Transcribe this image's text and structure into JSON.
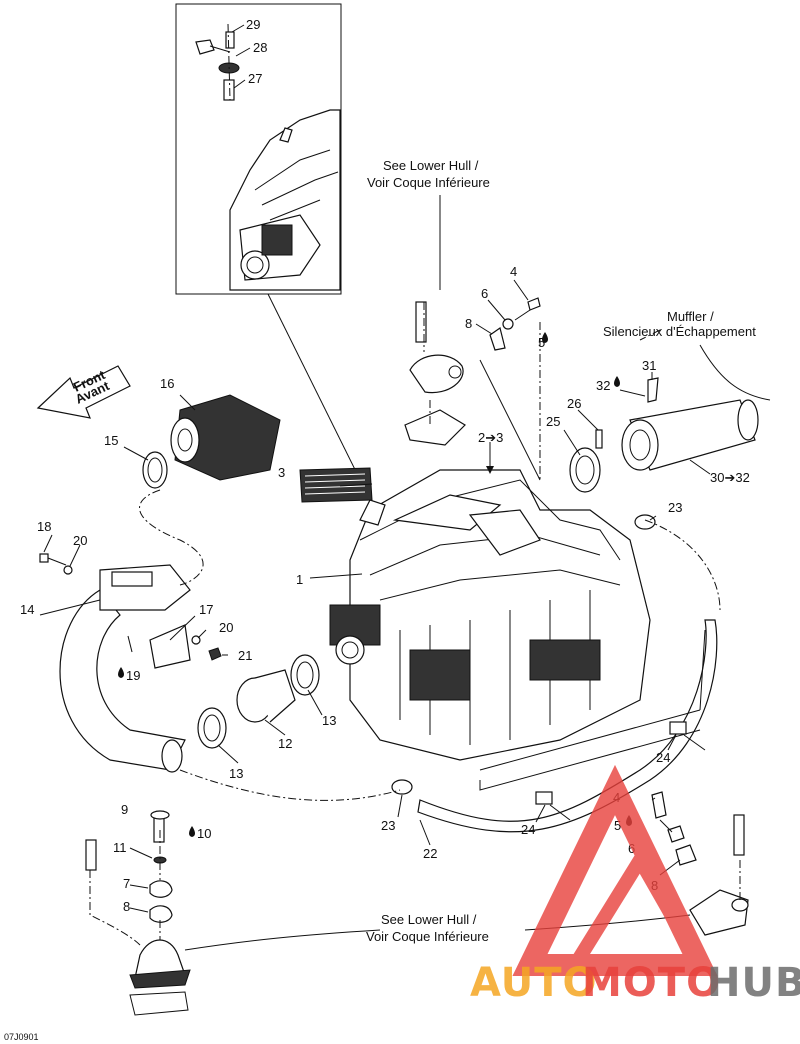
{
  "diagram": {
    "code": "07J0901",
    "captions": {
      "lower_hull_top_1": "See Lower Hull /",
      "lower_hull_top_2": "Voir Coque Inférieure",
      "lower_hull_bottom_1": "See Lower Hull /",
      "lower_hull_bottom_2": "Voir Coque Inférieure",
      "muffler_1": "Muffler /",
      "muffler_2": "Silencieux d'Échappement",
      "front_1": "Front",
      "front_2": "Avant"
    },
    "callouts": {
      "c1": "1",
      "c2to3": "2➔3",
      "c3": "3",
      "c4a": "4",
      "c4b": "4",
      "c5a": "5",
      "c5b": "5",
      "c6a": "6",
      "c6b": "6",
      "c6c": "6",
      "c7": "7",
      "c8a": "8",
      "c8b": "8",
      "c8c": "8",
      "c9": "9",
      "c10": "10",
      "c11": "11",
      "c12": "12",
      "c13a": "13",
      "c13b": "13",
      "c14": "14",
      "c15": "15",
      "c16": "16",
      "c17": "17",
      "c18": "18",
      "c19": "19",
      "c20a": "20",
      "c20b": "20",
      "c21": "21",
      "c22": "22",
      "c23a": "23",
      "c23b": "23",
      "c24a": "24",
      "c24b": "24",
      "c25": "25",
      "c26": "26",
      "c27": "27",
      "c28": "28",
      "c29": "29",
      "c30to32": "30➔32",
      "c31": "31",
      "c32": "32"
    }
  },
  "watermark": {
    "part1": "AUTO",
    "part2": "MOTO",
    "part3": "HUB",
    "color_orange": "#f5a623",
    "color_red": "#e8413c",
    "color_gray": "#6d6d6d"
  }
}
